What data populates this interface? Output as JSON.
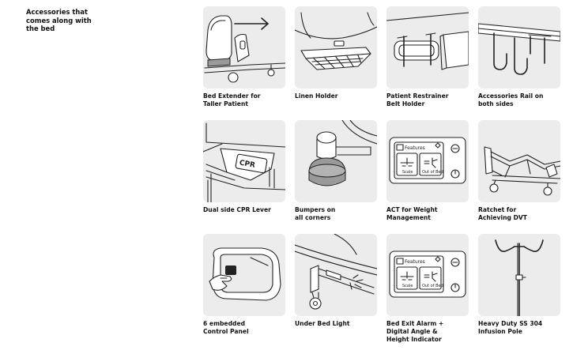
{
  "heading": "Accessories that\ncomes along with\nthe bed",
  "accessories": [
    {
      "label": "Bed Extender for\nTaller Patient",
      "icon": "bed-extender-icon"
    },
    {
      "label": "Linen Holder",
      "icon": "linen-holder-icon"
    },
    {
      "label": "Patient Restrainer\nBelt Holder",
      "icon": "belt-holder-icon"
    },
    {
      "label": "Accessories Rail on\nboth sides",
      "icon": "accessories-rail-icon"
    },
    {
      "label": "Dual side CPR Lever",
      "icon": "cpr-lever-icon",
      "badge": "CPR"
    },
    {
      "label": "Bumpers on\nall corners",
      "icon": "bumper-icon"
    },
    {
      "label": "ACT for Weight\nManagement",
      "icon": "weight-panel-icon",
      "screen": {
        "menu": "Features",
        "left": "Scale",
        "right": "Out of Bed"
      }
    },
    {
      "label": "Ratchet for\nAchieving DVT",
      "icon": "ratchet-bed-icon"
    },
    {
      "label": "6 embedded\nControl Panel",
      "icon": "control-panel-icon"
    },
    {
      "label": "Under Bed Light",
      "icon": "under-bed-light-icon"
    },
    {
      "label": "Bed Exit Alarm +\nDigital Angle &\nHeight Indicator",
      "icon": "exit-alarm-panel-icon",
      "screen": {
        "menu": "Features",
        "left": "Scale",
        "right": "Out of Bed"
      }
    },
    {
      "label": "Heavy Duty SS 304\nInfusion Pole",
      "icon": "infusion-pole-icon"
    }
  ]
}
